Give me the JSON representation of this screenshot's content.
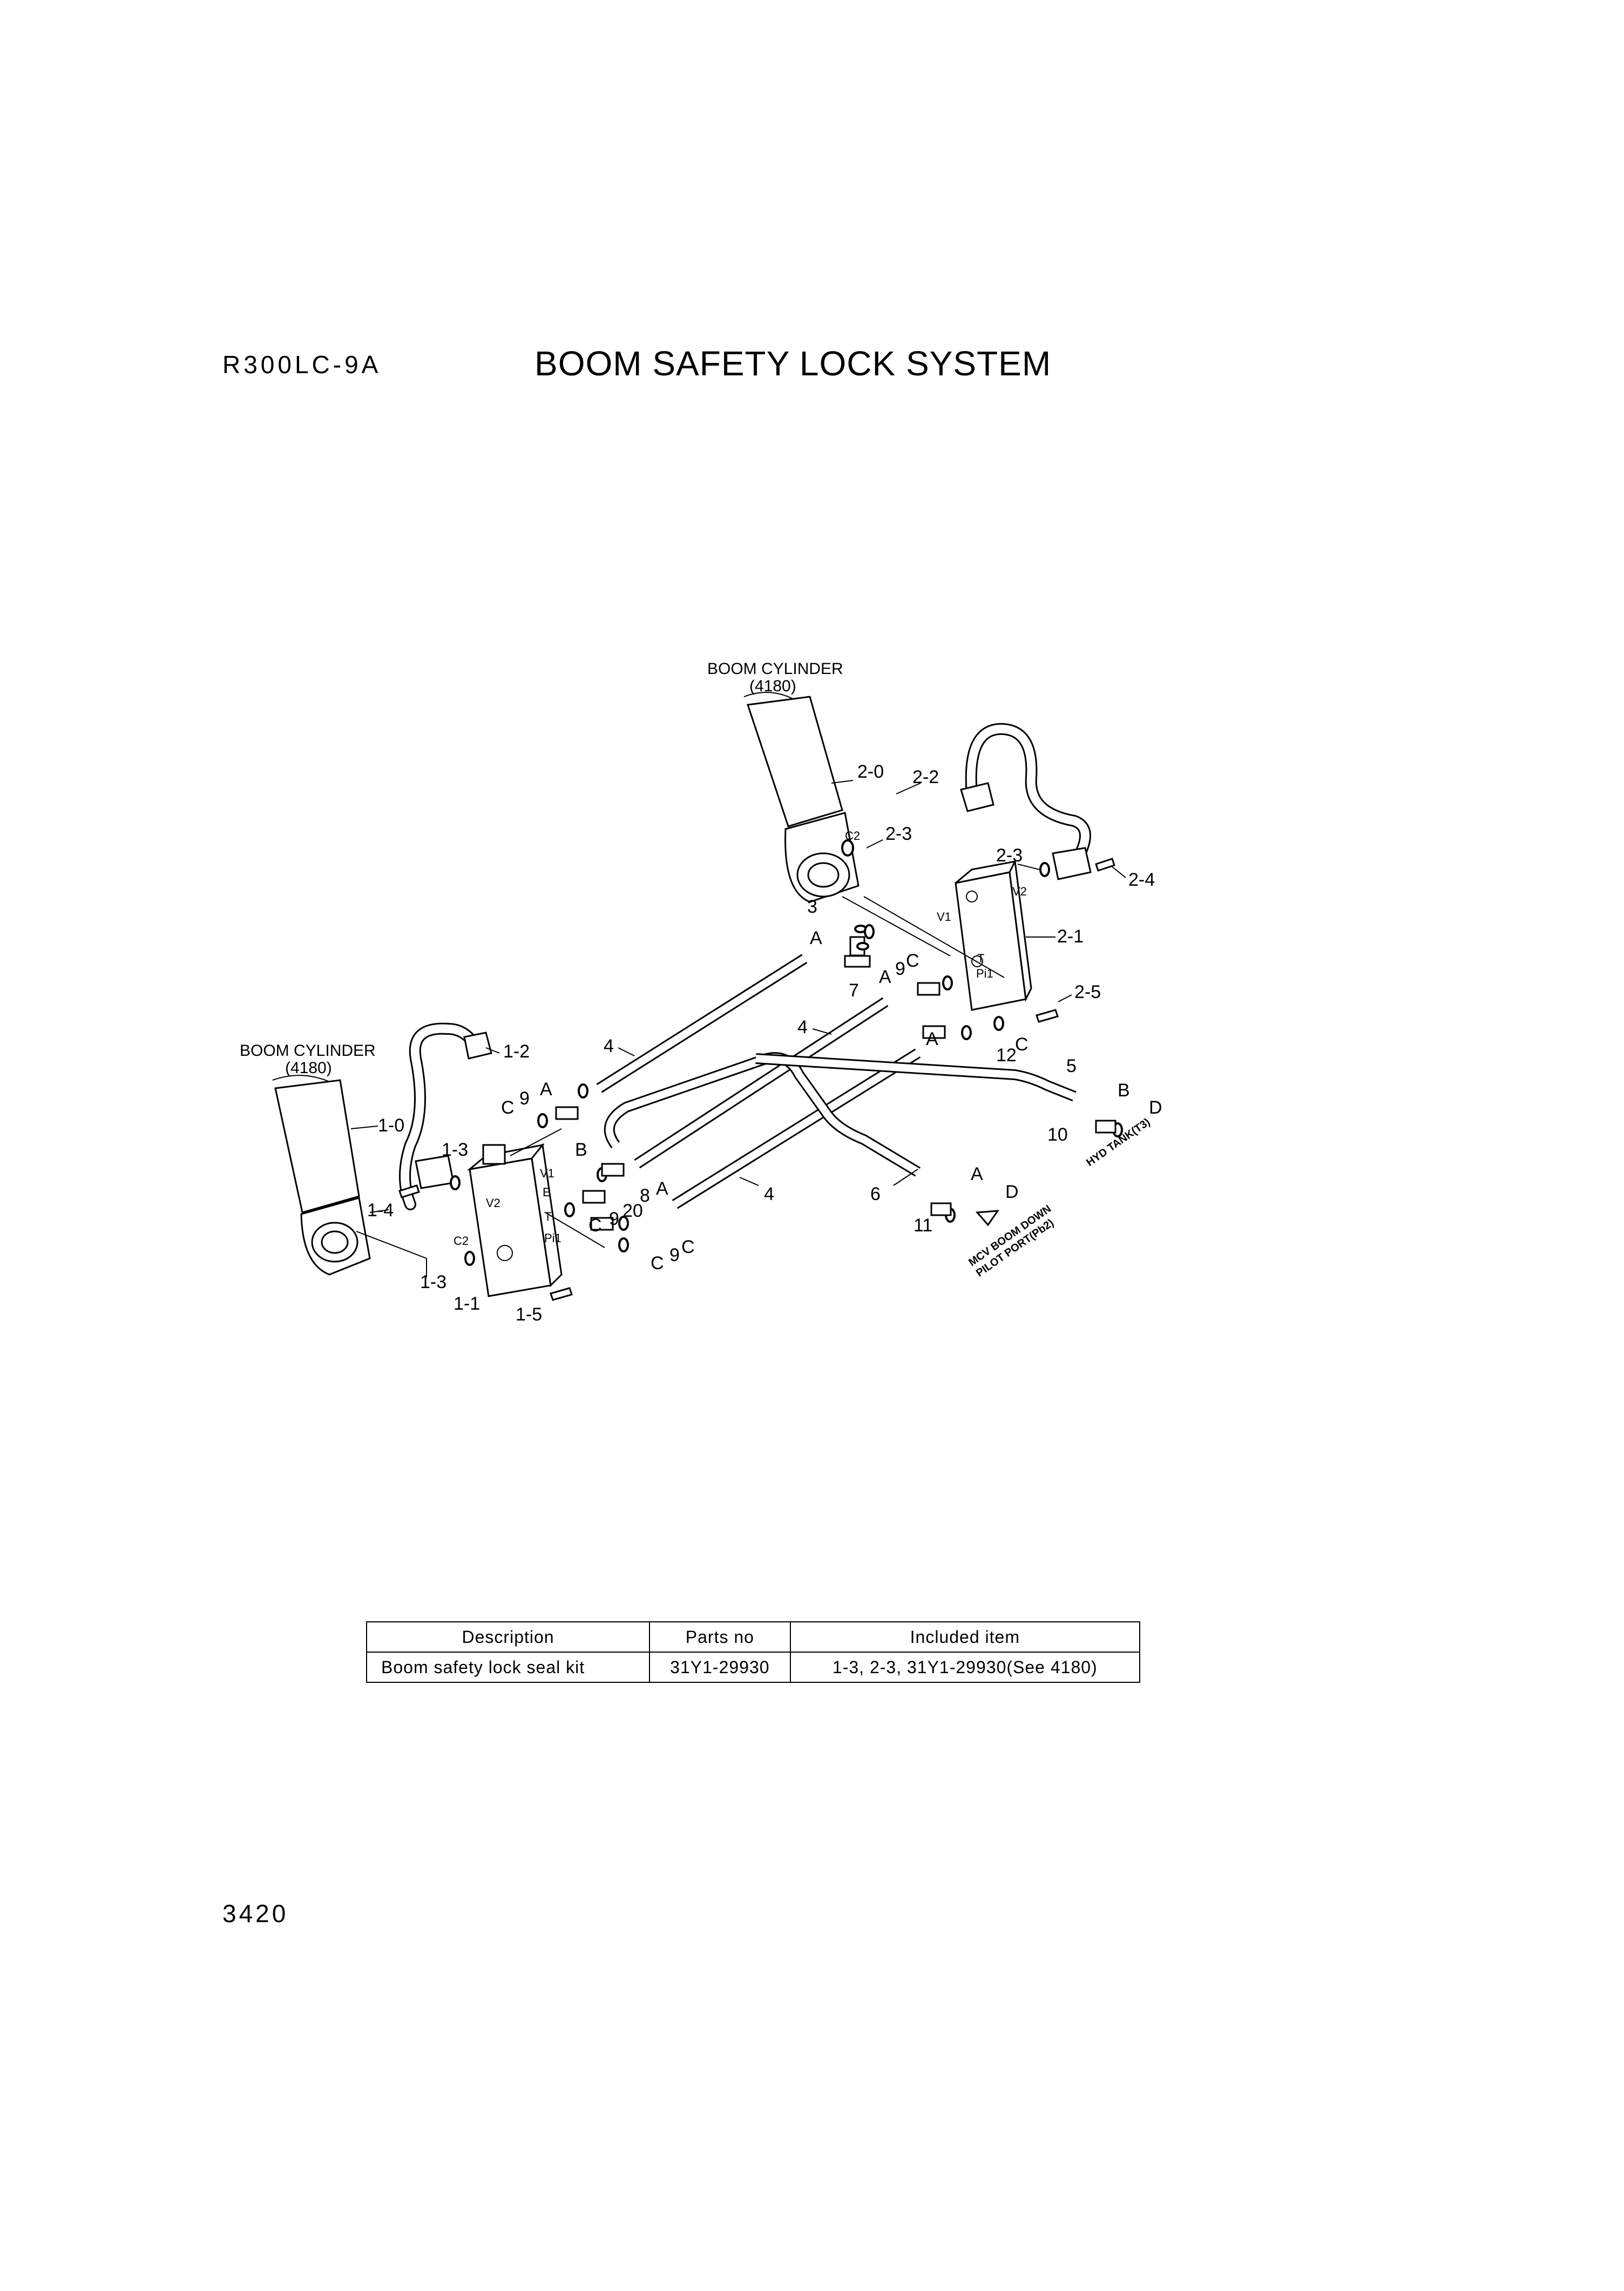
{
  "header": {
    "model": "R300LC-9A",
    "title": "BOOM SAFETY LOCK SYSTEM"
  },
  "diagram": {
    "callouts": {
      "boom_cylinder_right": "BOOM CYLINDER",
      "boom_cylinder_right_ref": "(4180)",
      "boom_cylinder_left": "BOOM CYLINDER",
      "boom_cylinder_left_ref": "(4180)",
      "mcv_line1": "MCV BOOM DOWN",
      "mcv_line2": "PILOT PORT(Pb2)",
      "hyd_tank": "HYD TANK(T3)"
    },
    "labels": {
      "p2_0": "2-0",
      "p2_2": "2-2",
      "p2_3a": "2-3",
      "p2_3b": "2-3",
      "p2_4": "2-4",
      "p2_1": "2-1",
      "p2_5": "2-5",
      "p3": "3",
      "pA1": "A",
      "p7": "7",
      "pA2": "A",
      "p9a": "9",
      "pC1": "C",
      "p4a": "4",
      "p4b": "4",
      "p4c": "4",
      "p12": "12",
      "pA3": "A",
      "pC2": "C",
      "p5": "5",
      "pB1": "B",
      "pD1": "D",
      "p10": "10",
      "p1_2": "1-2",
      "p1_0": "1-0",
      "p1_3a": "1-3",
      "p1_4": "1-4",
      "p1_3b": "1-3",
      "p1_1": "1-1",
      "p1_5": "1-5",
      "pC3": "C",
      "p9b": "9",
      "pA4": "A",
      "pB2": "B",
      "p8": "8",
      "pA5": "A",
      "p20": "20",
      "p9c": "9",
      "pC4": "C",
      "pC5": "C",
      "p9d": "9",
      "pC6": "C",
      "p6": "6",
      "pA6": "A",
      "pD2": "D",
      "p11": "11"
    },
    "valve_marks": {
      "c2_right": "C2",
      "v1_right": "V1",
      "v2_right": "V2",
      "t_right": "T",
      "pi1_right": "Pi1",
      "c2_left": "C2",
      "v1_left": "V1",
      "v2_left": "V2",
      "e_left": "E",
      "t_left": "T",
      "pi1_left": "Pi1"
    }
  },
  "kit_table": {
    "headers": [
      "Description",
      "Parts no",
      "Included item"
    ],
    "rows": [
      [
        "Boom safety lock seal kit",
        "31Y1-29930",
        "1-3, 2-3, 31Y1-29930(See 4180)"
      ]
    ]
  },
  "footer": {
    "page_number": "3420"
  }
}
